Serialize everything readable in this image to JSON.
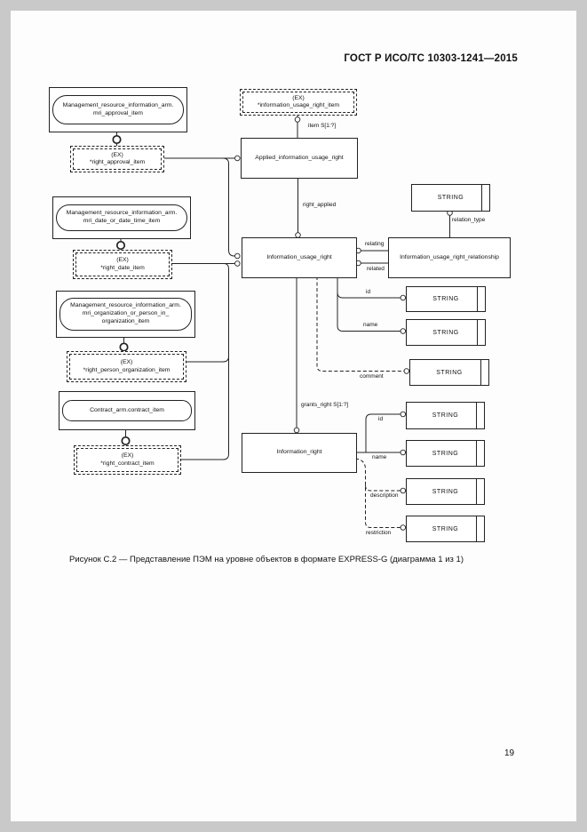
{
  "page": {
    "header_title": "ГОСТ Р ИСО/ТС 10303-1241—2015",
    "caption": "Рисунок С.2 — Представление ПЭМ на уровне объектов в формате EXPRESS-G (диаграмма 1 из 1)",
    "page_number": "19"
  },
  "diagram": {
    "string_label": "STRING",
    "ex_label": "(EX)",
    "arm_approval": {
      "line1": "Management_resource_information_arm.",
      "line2": "mri_approval_item"
    },
    "arm_date": {
      "line1": "Management_resource_information_arm.",
      "line2": "mri_date_or_date_time_item"
    },
    "arm_org": {
      "line1": "Management_resource_information_arm.",
      "line2": "mri_organization_or_person_in_",
      "line3": "organization_item"
    },
    "arm_contract": {
      "line1": "Contract_arm.contract_item"
    },
    "ex_approval": "*right_approval_item",
    "ex_date": "*right_date_item",
    "ex_person_org": "*right_person_organization_item",
    "ex_contract": "*right_contract_item",
    "ex_usage_item": "*information_usage_right_item",
    "entity_applied": "Applied_information_usage_right",
    "entity_usage_right": "Information_usage_right",
    "entity_relationship": "Information_usage_right_relationship",
    "entity_information_right": "Information_right",
    "labels": {
      "item_set": "item S[1:?]",
      "right_applied": "right_applied",
      "relating": "relating",
      "related": "related",
      "relation_type": "relation_type",
      "id_usage": "id",
      "name_usage": "name",
      "comment": "comment",
      "grants_right": "grants_right S[1:?]",
      "id_right": "id",
      "name_right": "name",
      "description": "description",
      "restriction": "restriction"
    }
  }
}
